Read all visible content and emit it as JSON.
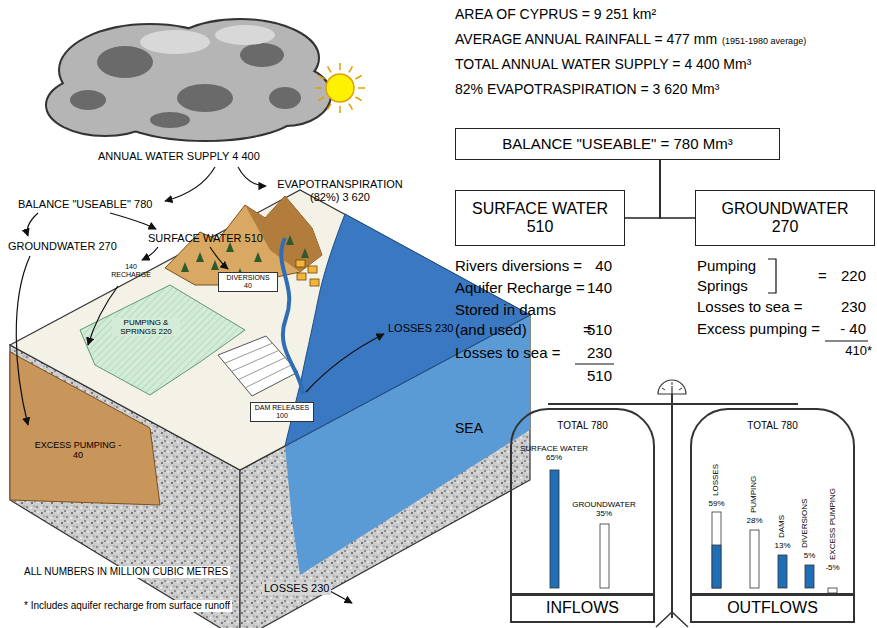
{
  "diagram": {
    "nodes": [
      {
        "text": [
          "BALANCE \"USEABLE\" = 780 Mm³"
        ]
      },
      {
        "text": [
          "SURFACE WATER",
          "510"
        ]
      },
      {
        "text": [
          "GROUNDWATER",
          "270"
        ]
      },
      {
        "text": [
          "DIVERSIONS 40"
        ]
      },
      {
        "text": [
          "DAM RELEASES 100"
        ]
      },
      {
        "text": [
          "TOTAL 780",
          "INFLOWS"
        ]
      },
      {
        "text": [
          "TOTAL 780",
          "OUTFLOWS"
        ]
      }
    ],
    "edges": [
      {
        "from": 0,
        "to": 1,
        "arrow": "none"
      },
      {
        "from": 0,
        "to": 2,
        "arrow": "none"
      }
    ],
    "labels": [
      "AREA OF CYPRUS = 9 251 km²",
      "AVERAGE ANNUAL RAINFALL = 477 mm",
      "(1951-1980 average)",
      "TOTAL ANNUAL WATER SUPPLY = 4 400 Mm³",
      "82% EVAPOTRASPIRATION = 3 620 Mm³",
      "ANNUAL WATER SUPPLY 4 400",
      "EVAPOTRANSPIRATION (82%) 3 620",
      "BALANCE \"USEABLE\" 780",
      "GROUNDWATER 270",
      "SURFACE WATER 510",
      "140 RECHARGE",
      "PUMPING & SPRINGS 220",
      "EXCESS PUMPING - 40",
      "LOSSES 230",
      "SEA",
      "LOSSES 230",
      "ALL NUMBERS IN MILLION CUBIC METRES",
      "* Includes aquifer recharge from surface runoff",
      "Rivers diversions =",
      "40",
      "Aquifer Recharge =",
      "140",
      "Stored in dams",
      "(and used)",
      "=",
      "510",
      "Losses to sea =",
      "230",
      "510",
      "Pumping",
      "Springs",
      "=",
      "220",
      "Losses to sea =",
      "230",
      "Excess pumping =",
      "- 40",
      "410*",
      "SURFACE WATER 65%",
      "GROUNDWATER 35%",
      "LOSSES",
      "59%",
      "PUMPING",
      "28%",
      "DAMS",
      "13%",
      "DIVERSIONS",
      "5%",
      "EXCESS PUMPING",
      "-5%"
    ]
  }
}
